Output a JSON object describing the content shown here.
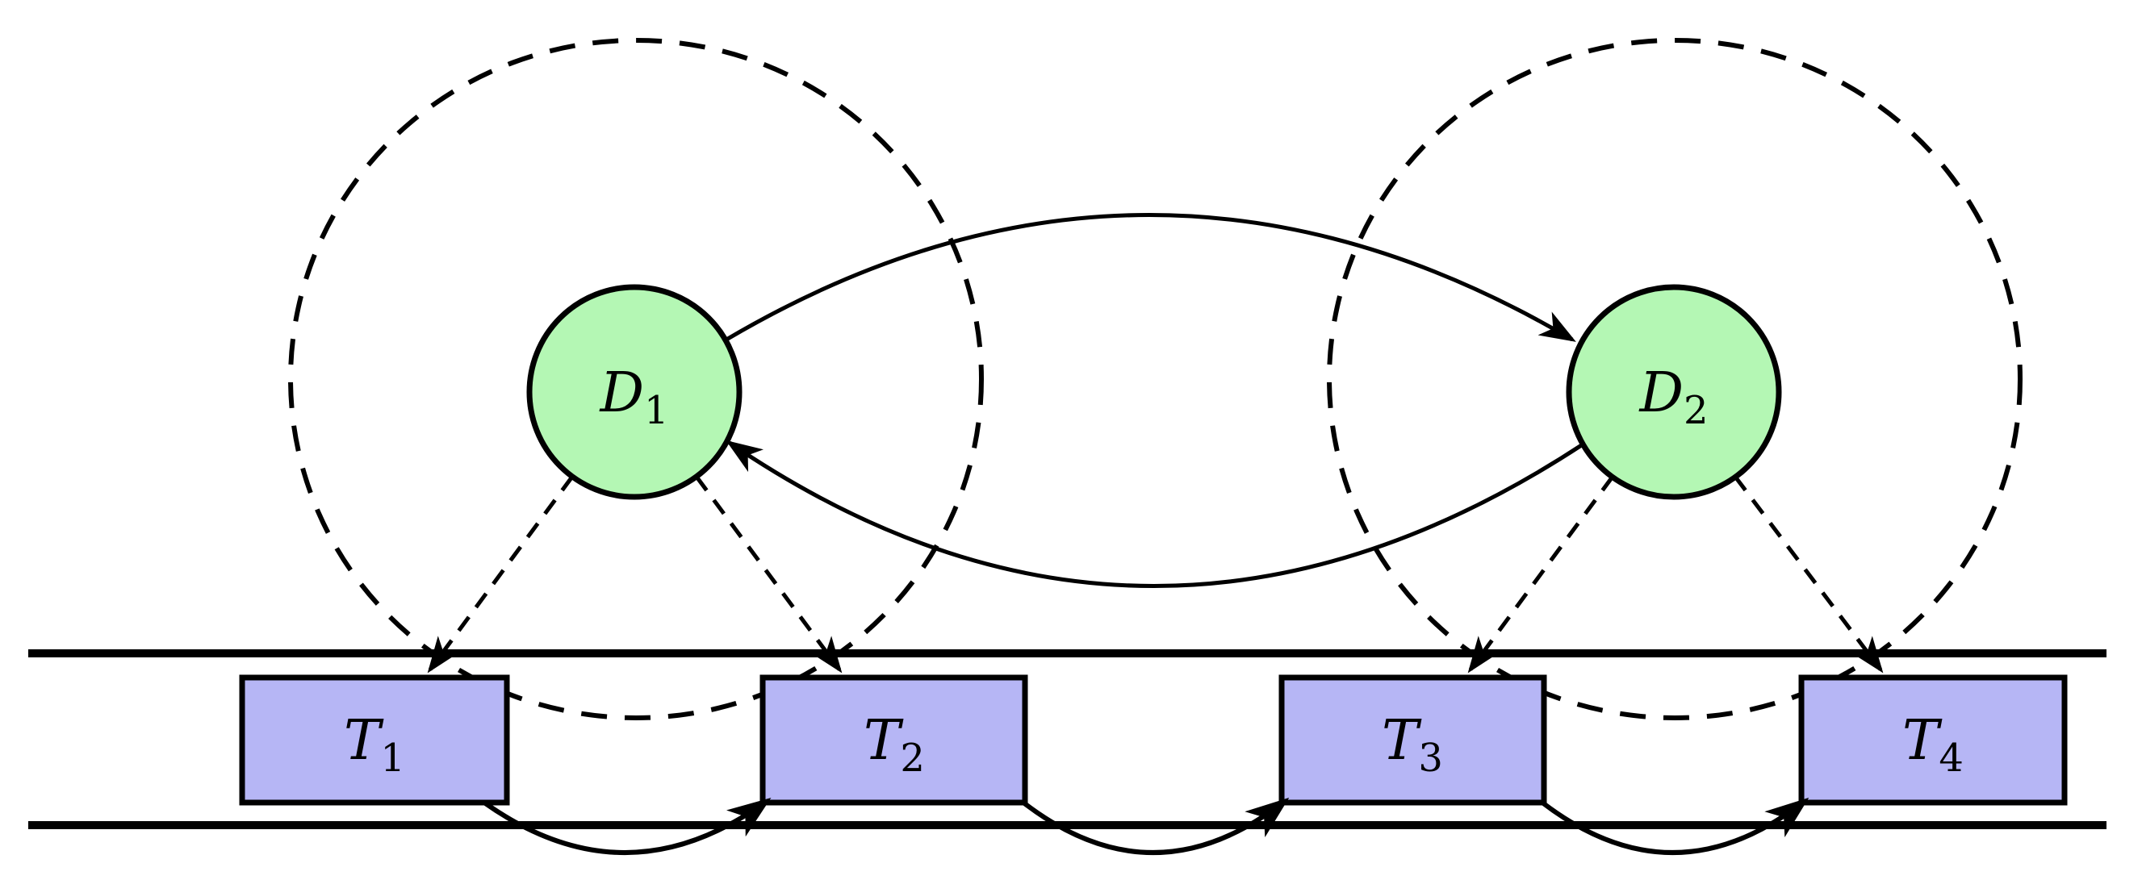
{
  "colors": {
    "background": "#ffffff",
    "device_fill": "#b4f7b4",
    "task_fill": "#b6b6f5",
    "line": "#000000"
  },
  "nodes": {
    "d1": {
      "base": "D",
      "sub": "1"
    },
    "d2": {
      "base": "D",
      "sub": "2"
    },
    "t1": {
      "base": "T",
      "sub": "1"
    },
    "t2": {
      "base": "T",
      "sub": "2"
    },
    "t3": {
      "base": "T",
      "sub": "3"
    },
    "t4": {
      "base": "T",
      "sub": "4"
    }
  },
  "edges": {
    "device_to_device": [
      {
        "from": "D1",
        "to": "D2",
        "style": "solid-curve-above"
      },
      {
        "from": "D2",
        "to": "D1",
        "style": "solid-curve-below"
      }
    ],
    "device_to_task": [
      {
        "from": "D1",
        "to": "T1",
        "style": "dashed-arrow"
      },
      {
        "from": "D1",
        "to": "T2",
        "style": "dashed-arrow"
      },
      {
        "from": "D2",
        "to": "T3",
        "style": "dashed-arrow"
      },
      {
        "from": "D2",
        "to": "T4",
        "style": "dashed-arrow"
      }
    ],
    "task_to_task": [
      {
        "from": "T1",
        "to": "T2",
        "style": "solid-arc-below"
      },
      {
        "from": "T2",
        "to": "T3",
        "style": "solid-arc-below"
      },
      {
        "from": "T3",
        "to": "T4",
        "style": "solid-arc-below"
      }
    ],
    "coverage_regions": [
      {
        "around": "D1",
        "style": "dashed-circle"
      },
      {
        "around": "D2",
        "style": "dashed-circle"
      }
    ]
  }
}
